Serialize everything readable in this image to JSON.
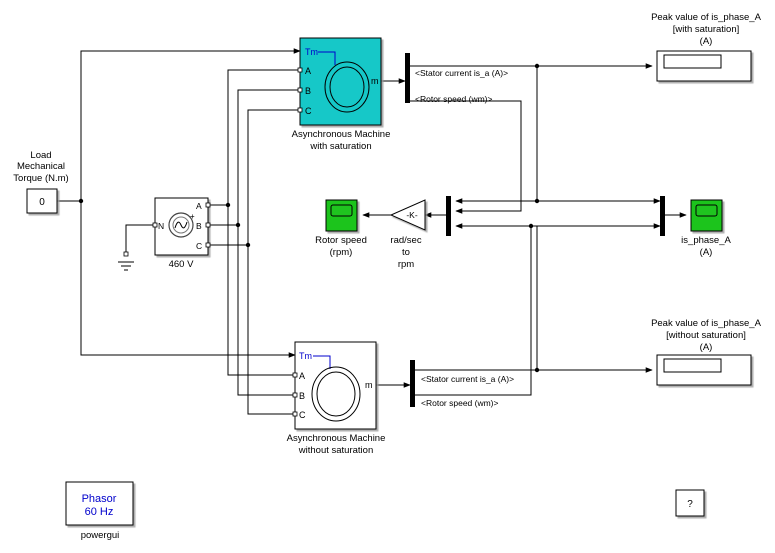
{
  "constant_block": {
    "label_lines": [
      "Load",
      "Mechanical",
      "Torque (N.m)"
    ],
    "value": "0"
  },
  "source_block": {
    "label": "460 V",
    "ports": {
      "a": "A",
      "b": "B",
      "c": "C",
      "n": "N",
      "plus": "+"
    }
  },
  "machine_sat": {
    "label_lines": [
      "Asynchronous Machine",
      "with saturation"
    ],
    "ports": {
      "tm": "Tm",
      "a": "A",
      "b": "B",
      "c": "C",
      "m": "m"
    },
    "color": "#19c8c8"
  },
  "machine_nosat": {
    "label_lines": [
      "Asynchronous Machine",
      "without saturation"
    ],
    "ports": {
      "tm": "Tm",
      "a": "A",
      "b": "B",
      "c": "C",
      "m": "m"
    }
  },
  "bus_sat": {
    "signal_1": "<Stator current is_a (A)>",
    "signal_2": "<Rotor speed (wm)>"
  },
  "bus_nosat": {
    "signal_1": "<Stator current is_a (A)>",
    "signal_2": "<Rotor speed (wm)>"
  },
  "gain_block": {
    "symbol": "-K-",
    "label_lines": [
      "rad/sec",
      "to",
      "rpm"
    ]
  },
  "scope_speed": {
    "label_lines": [
      "Rotor speed",
      "(rpm)"
    ],
    "color": "#1fc41f"
  },
  "scope_current": {
    "label_lines": [
      "is_phase_A",
      "(A)"
    ],
    "color": "#1fc41f"
  },
  "display_sat": {
    "label_lines": [
      "Peak value of is_phase_A",
      "[with saturation]",
      "(A)"
    ]
  },
  "display_nosat": {
    "label_lines": [
      "Peak value of is_phase_A",
      "[without saturation]",
      "(A)"
    ]
  },
  "powergui": {
    "line1": "Phasor",
    "line2": "60 Hz",
    "label": "powergui",
    "text_color": "#0000cc"
  },
  "help_block": {
    "symbol": "?"
  }
}
